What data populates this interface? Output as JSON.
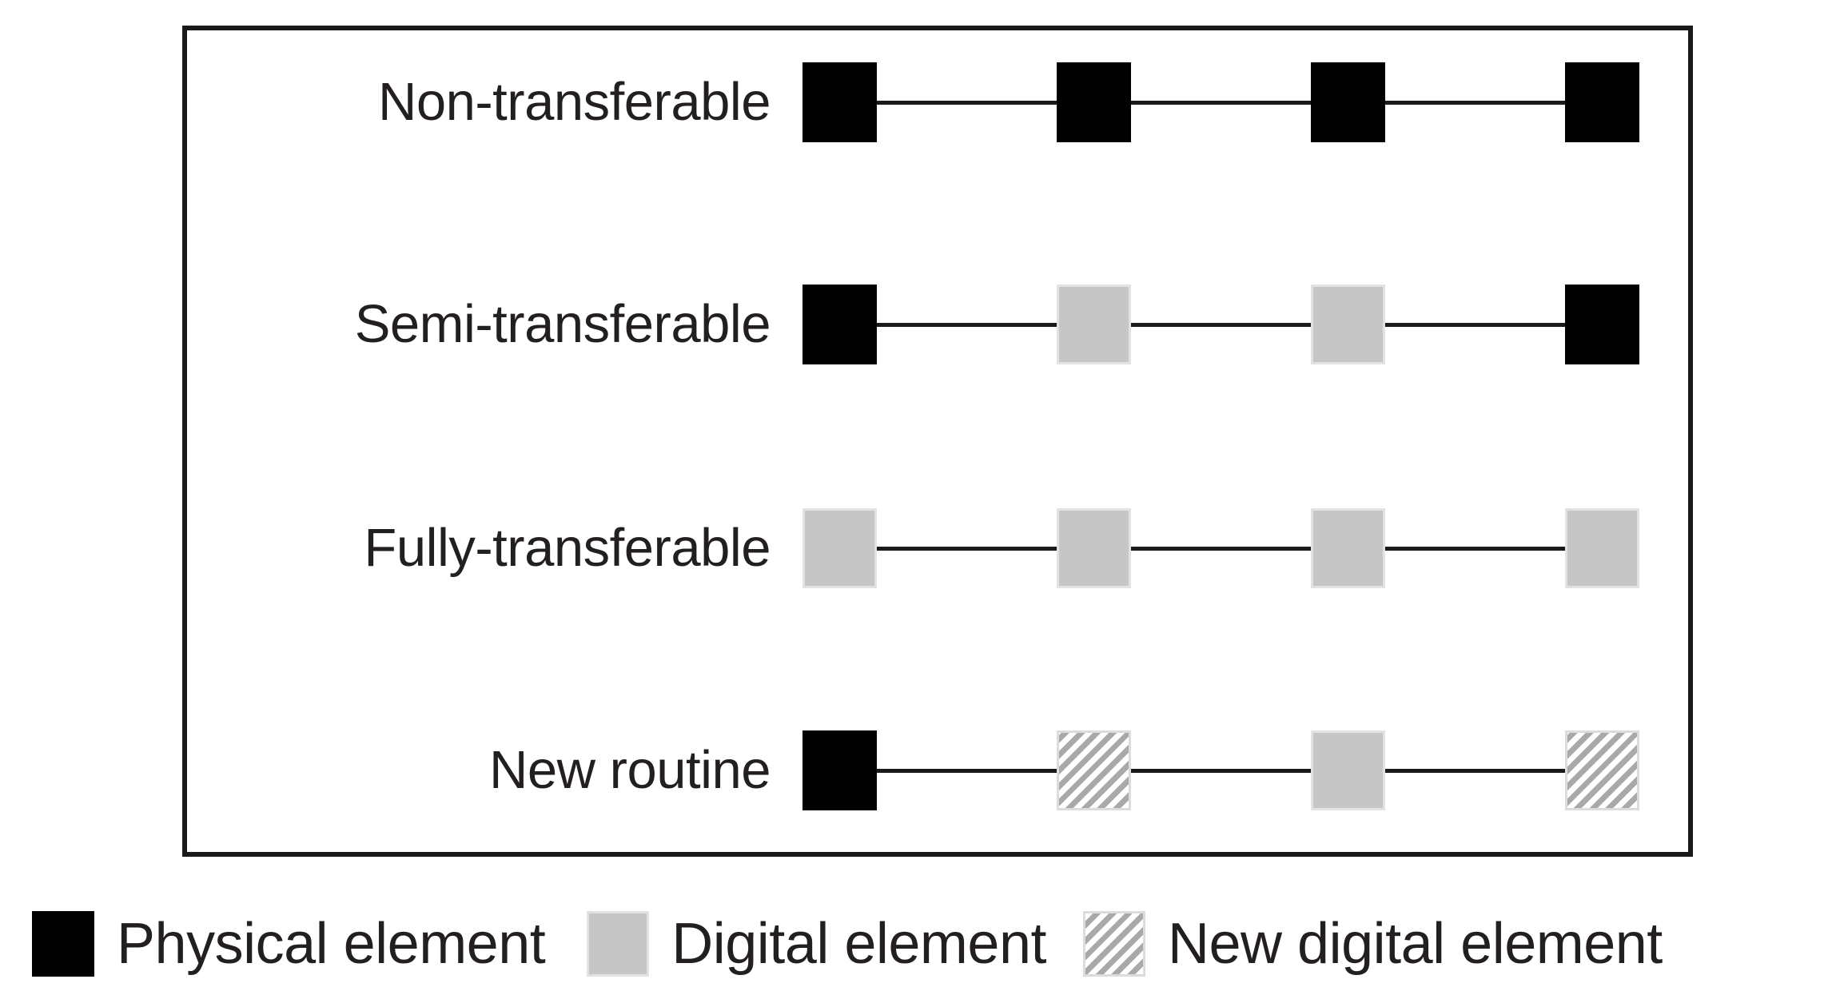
{
  "figure": {
    "title": "",
    "background_color": "#ffffff",
    "border_color": "#1a1a1a"
  },
  "colors": {
    "physical": "#000000",
    "digital": "#c6c6c6",
    "digital_border": "#e2e2e2",
    "new_digital_stripe": "#a9a9a9",
    "new_digital_background": "#ffffff",
    "line": "#1a1a1a",
    "text": "#231f20"
  },
  "chart_data": {
    "type": "diagram",
    "title": "",
    "rows": [
      {
        "label": "Non-transferable",
        "nodes": [
          "physical",
          "physical",
          "physical",
          "physical"
        ]
      },
      {
        "label": "Semi-transferable",
        "nodes": [
          "physical",
          "digital",
          "digital",
          "physical"
        ]
      },
      {
        "label": "Fully-transferable",
        "nodes": [
          "digital",
          "digital",
          "digital",
          "digital"
        ]
      },
      {
        "label": "New routine",
        "nodes": [
          "physical",
          "new-digital",
          "digital",
          "new-digital"
        ]
      }
    ],
    "node_count_per_row": 4,
    "legend_position": "bottom"
  },
  "rows": [
    {
      "label": "Non-transferable"
    },
    {
      "label": "Semi-transferable"
    },
    {
      "label": "Fully-transferable"
    },
    {
      "label": "New routine"
    }
  ],
  "legend": {
    "items": [
      {
        "label": "Physical element",
        "kind": "physical"
      },
      {
        "label": "Digital element",
        "kind": "digital"
      },
      {
        "label": "New digital element",
        "kind": "new-digital"
      }
    ]
  }
}
